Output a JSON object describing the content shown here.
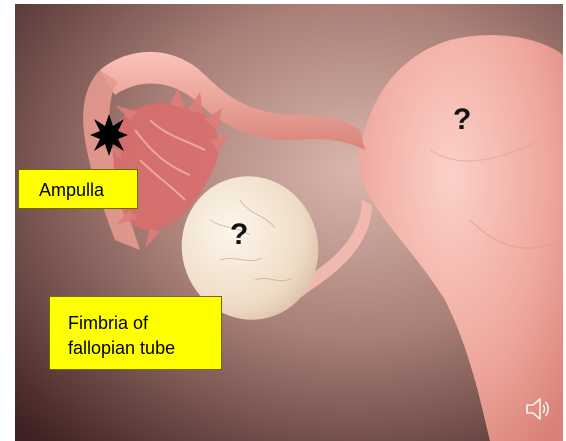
{
  "labels": {
    "ampulla": "Ampulla",
    "fimbria_line1": "Fimbria of",
    "fimbria_line2": "fallopian tube"
  },
  "question_marks": {
    "uterus": "?",
    "ovary": "?"
  },
  "icons": {
    "star": "star-burst-icon",
    "audio": "speaker-icon"
  },
  "colors": {
    "label_fill": "#ffff00",
    "label_text": "#000000",
    "background_dark": "#3b1e1d",
    "background_light": "#c49a92",
    "tissue": "#f2a9a1",
    "ovary": "#f4e6d6"
  }
}
